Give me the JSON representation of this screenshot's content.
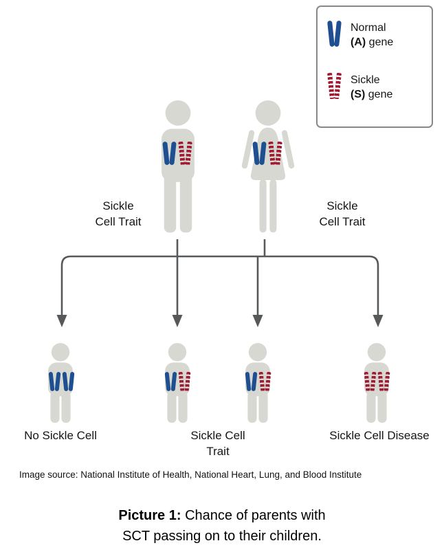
{
  "legend": {
    "items": [
      {
        "name": "Normal",
        "gene_bold": "(A)",
        "gene_rest": " gene",
        "color": "#1d4f91"
      },
      {
        "name": "Sickle",
        "gene_bold": "(S)",
        "gene_rest": " gene",
        "color": "#9e1b32"
      }
    ]
  },
  "parents": {
    "father_label_line1": "Sickle",
    "father_label_line2": "Cell Trait",
    "mother_label_line1": "Sickle",
    "mother_label_line2": "Cell Trait"
  },
  "children": {
    "label_no_sickle": "No Sickle Cell",
    "label_trait_line1": "Sickle Cell",
    "label_trait_line2": "Trait",
    "label_disease": "Sickle Cell Disease"
  },
  "genotypes": {
    "father": [
      "A",
      "S"
    ],
    "mother": [
      "A",
      "S"
    ],
    "children": [
      [
        "A",
        "A"
      ],
      [
        "A",
        "S"
      ],
      [
        "A",
        "S"
      ],
      [
        "S",
        "S"
      ]
    ]
  },
  "source": "Image source:  National Institute of Health, National Heart, Lung, and Blood Institute",
  "caption": {
    "bold": "Picture 1:",
    "line1_rest": " Chance of parents with",
    "line2": "SCT passing on to their children."
  },
  "colors": {
    "normal_gene": "#1d4f91",
    "sickle_gene": "#9e1b32",
    "silhouette": "#d8d8d2",
    "arrow": "#57585a",
    "legend_border": "#86888b"
  }
}
